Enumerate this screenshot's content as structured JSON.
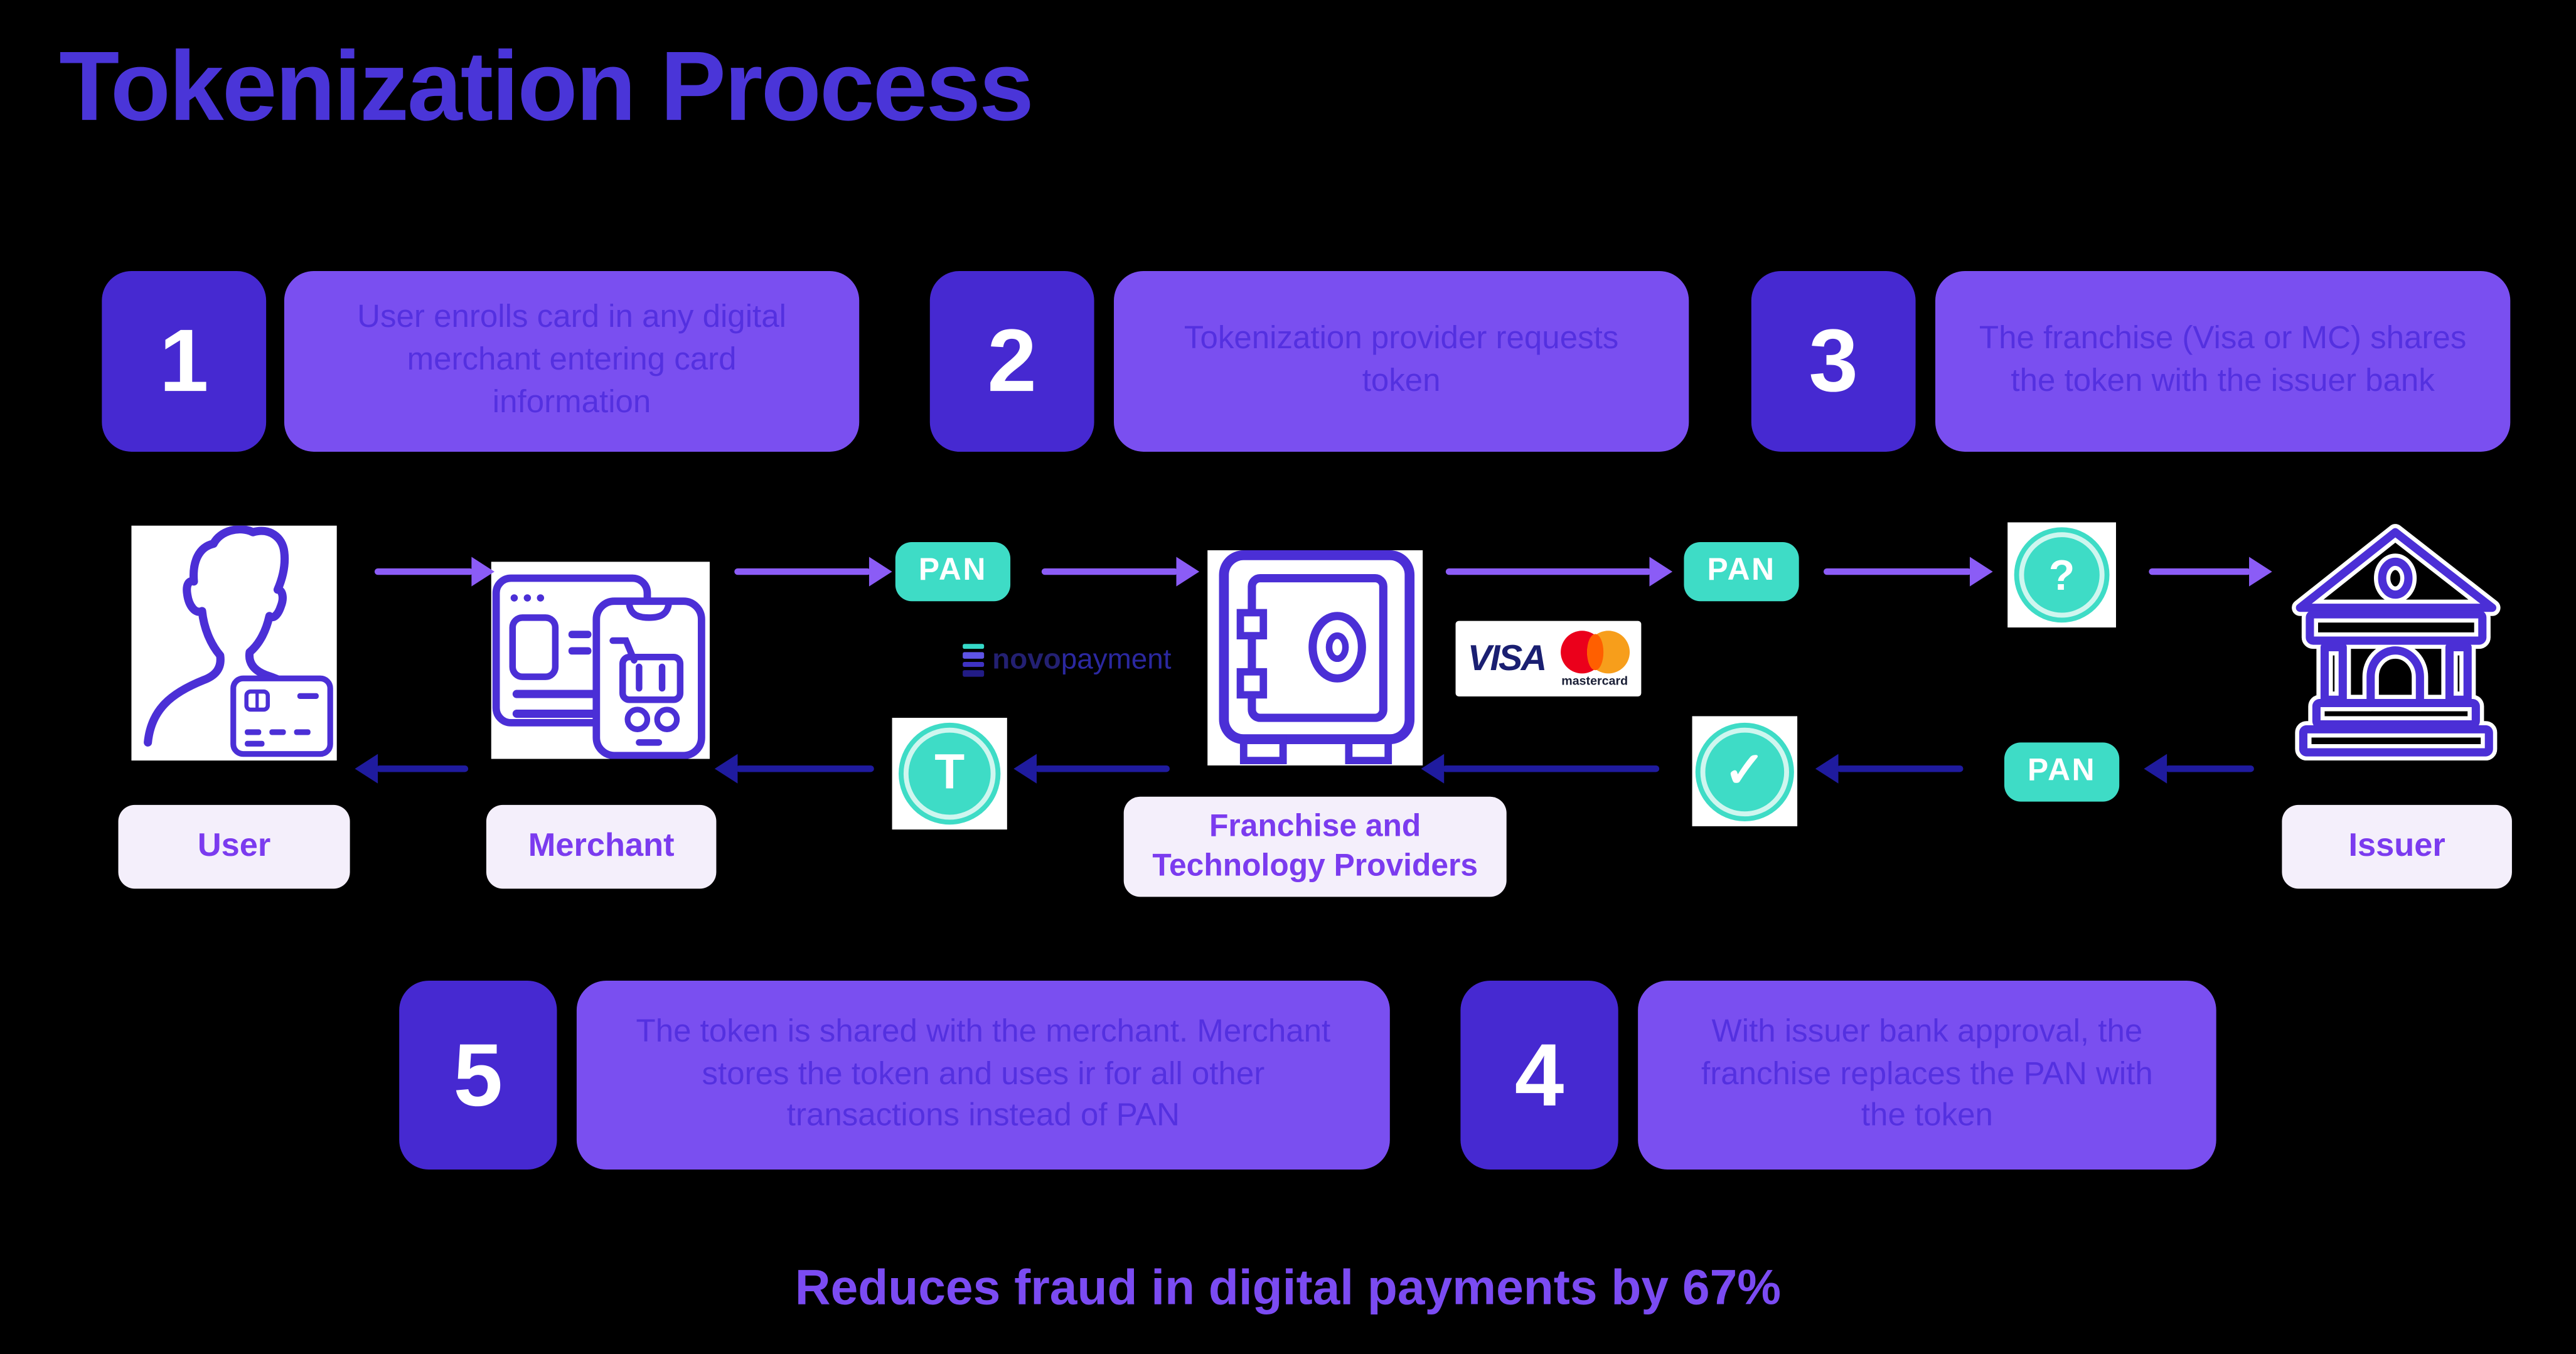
{
  "title": "Tokenization Process",
  "footer": "Reduces fraud in digital payments by 67%",
  "steps": [
    {
      "number": "1",
      "text": "User enrolls card in any digital merchant entering card information"
    },
    {
      "number": "2",
      "text": "Tokenization provider requests token"
    },
    {
      "number": "3",
      "text": "The franchise (Visa or MC) shares the token with the issuer bank"
    },
    {
      "number": "4",
      "text": "With issuer bank approval, the franchise replaces the PAN with the token"
    },
    {
      "number": "5",
      "text": "The token is shared with the merchant. Merchant stores the token and uses ir for all other transactions instead of PAN"
    }
  ],
  "entities": [
    {
      "label": "User"
    },
    {
      "label": "Merchant"
    },
    {
      "label": "Franchise and Technology Providers"
    },
    {
      "label": "Issuer"
    }
  ],
  "badges": {
    "pan": "PAN",
    "token": "T",
    "question": "?",
    "check": "✓"
  },
  "logos": {
    "novo": "novo",
    "payment": "payment",
    "visa": "VISA",
    "mastercard": "mastercard"
  },
  "icons": [
    "user-icon",
    "merchant-icon",
    "vault-icon",
    "bank-icon",
    "token-coin-icon",
    "check-coin-icon",
    "question-coin-icon",
    "credit-card-icon",
    "novopayment-bars-icon",
    "mastercard-circles-icon"
  ],
  "colors": {
    "background": "#000000",
    "title": "#4A35D8",
    "step_number_tile": "#4629D1",
    "step_text_tile": "#7A4FF0",
    "step_text": "#5430E0",
    "label_bg": "#F4EFFB",
    "label_text": "#7B3BEF",
    "badge_teal": "#3EDCC6",
    "arrow_forward": "#8B5CF6",
    "arrow_return": "#1F1B9E",
    "icon_stroke": "#4B2FD6",
    "footer_text": "#7B4BF2"
  }
}
